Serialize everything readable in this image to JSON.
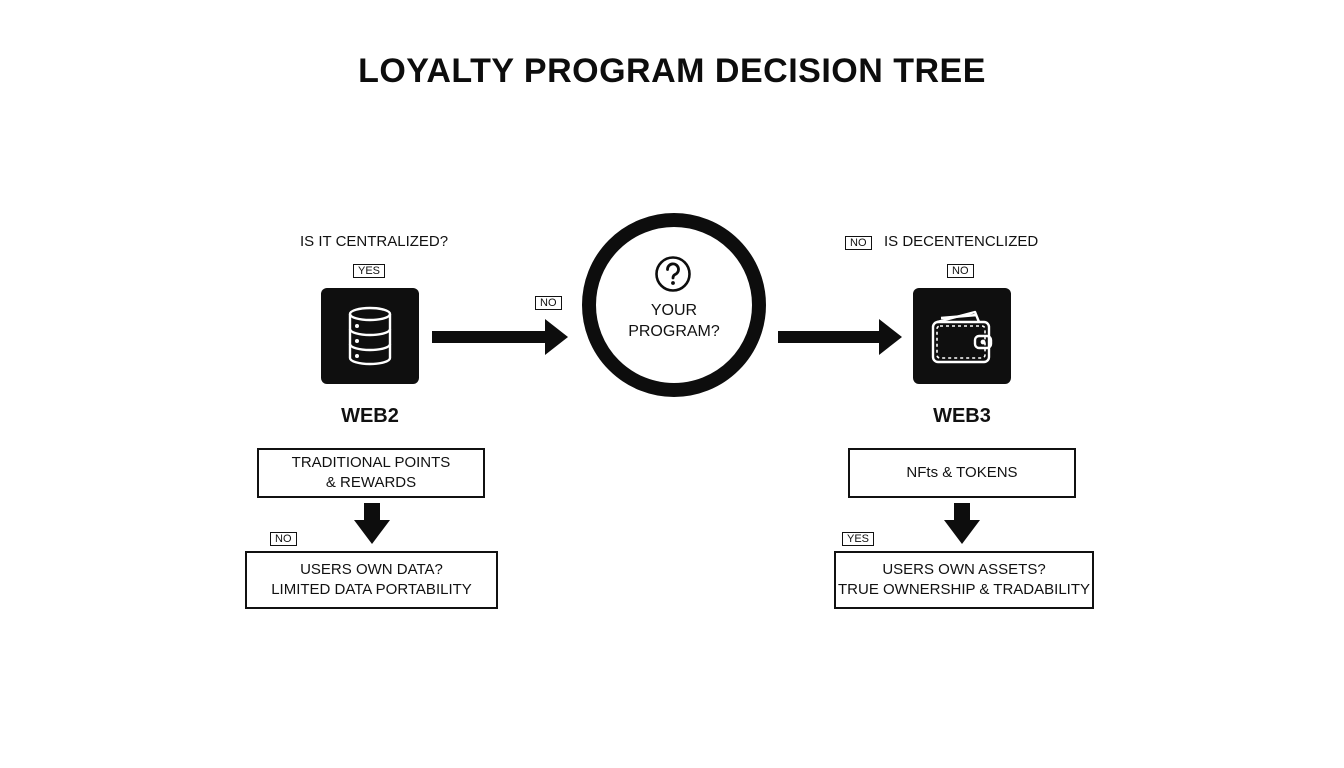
{
  "title": "LOYALTY PROGRAM DECISION TREE",
  "center": {
    "icon": "question-mark-icon",
    "label_line1": "YOUR",
    "label_line2": "PROGRAM?",
    "edge_tag_left": "NO"
  },
  "left": {
    "question": "IS IT CENTRALIZED?",
    "tag_top": "YES",
    "icon": "database-icon",
    "label": "WEB2",
    "box1_line1": "TRADITIONAL POINTS",
    "box1_line2": "& REWARDS",
    "tag_bottom": "NO",
    "box2_line1": "USERS OWN DATA?",
    "box2_line2": "LIMITED DATA PORTABILITY"
  },
  "right": {
    "tag_question": "NO",
    "question": "IS DECENTENCLIZED",
    "tag_top": "NO",
    "icon": "wallet-icon",
    "label": "WEB3",
    "box1_line1": "NFts & TOKENS",
    "tag_bottom": "YES",
    "box2_line1": "USERS OWN ASSETS?",
    "box2_line2": "TRUE OWNERSHIP & TRADABILITY"
  },
  "colors": {
    "ink": "#0d0d0d",
    "background": "#ffffff"
  }
}
